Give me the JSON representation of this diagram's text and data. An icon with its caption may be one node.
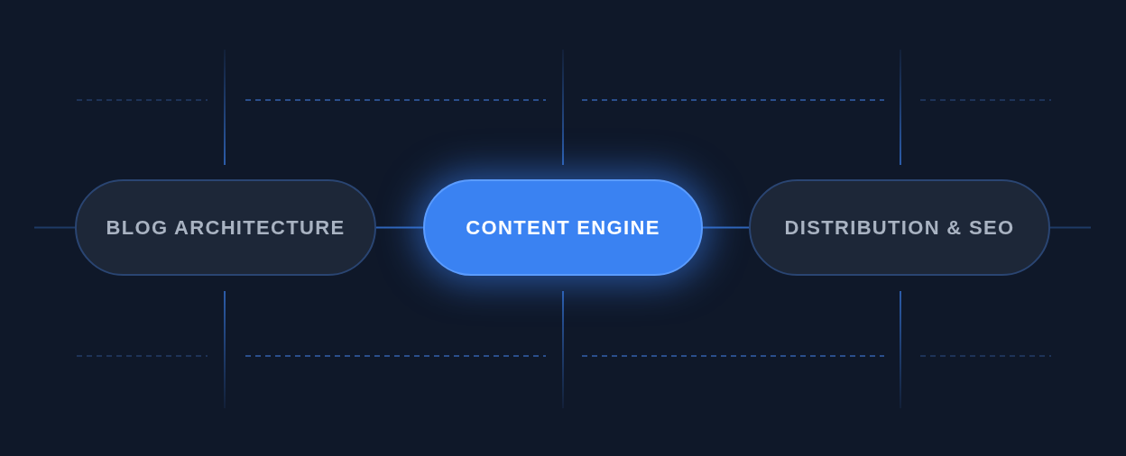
{
  "diagram": {
    "nodes": [
      {
        "text": [
          "BLOG ARCHITECTURE"
        ]
      },
      {
        "text": [
          "CONTENT ENGINE"
        ]
      },
      {
        "text": [
          "DISTRIBUTION & SEO"
        ]
      }
    ],
    "edges": [
      {
        "from": null,
        "to": 0,
        "arrow": "none",
        "color": "#1e3a66"
      },
      {
        "from": 0,
        "to": 1,
        "arrow": "none"
      },
      {
        "from": 1,
        "to": 2,
        "arrow": "none"
      },
      {
        "from": 2,
        "to": null,
        "arrow": "none",
        "color": "#1e3a66"
      }
    ]
  }
}
